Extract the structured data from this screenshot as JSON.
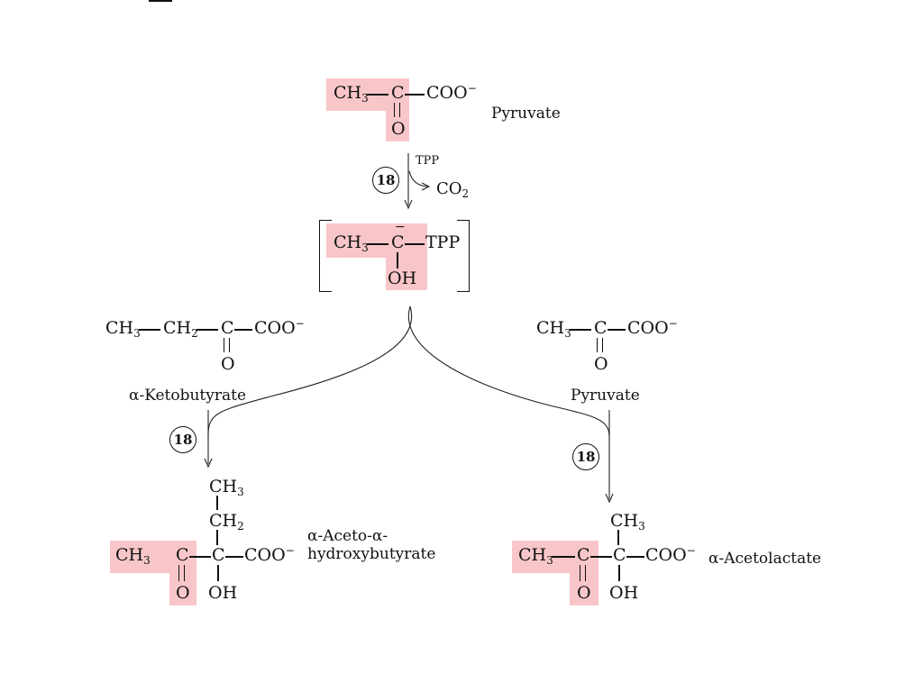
{
  "colors": {
    "highlight": "#f8c6c9",
    "ink": "#111111"
  },
  "pyruvate": {
    "ch3": "CH",
    "ch3_sub": "3",
    "c": "C",
    "coo": "COO",
    "charge": "−",
    "o": "O",
    "label": "Pyruvate"
  },
  "step1": {
    "number": "18",
    "cofactor": "TPP",
    "co2": "CO",
    "co2_sub": "2"
  },
  "intermediate": {
    "ch3": "CH",
    "ch3_sub": "3",
    "c": "C",
    "carbanion": "−",
    "tpp": "TPP",
    "oh": "OH"
  },
  "ketobutyrate": {
    "ch3": "CH",
    "ch3_sub": "3",
    "ch2": "CH",
    "ch2_sub": "2",
    "c": "C",
    "coo": "COO",
    "charge": "−",
    "o": "O",
    "label": "α-Ketobutyrate"
  },
  "pyruvate2": {
    "ch3": "CH",
    "ch3_sub": "3",
    "c": "C",
    "coo": "COO",
    "charge": "−",
    "o": "O",
    "label": "Pyruvate"
  },
  "step_left": {
    "number": "18"
  },
  "step_right": {
    "number": "18"
  },
  "product_left": {
    "top_ch3": "CH",
    "top_ch3_sub": "3",
    "ch2": "CH",
    "ch2_sub": "2",
    "ch3": "CH",
    "ch3_sub": "3",
    "c1": "C",
    "c2": "C",
    "coo": "COO",
    "charge": "−",
    "o": "O",
    "oh": "OH",
    "label_line1": "α-Aceto-α-",
    "label_line2": "hydroxybutyrate"
  },
  "product_right": {
    "top_ch3": "CH",
    "top_ch3_sub": "3",
    "ch3": "CH",
    "ch3_sub": "3",
    "c1": "C",
    "c2": "C",
    "coo": "COO",
    "charge": "−",
    "o": "O",
    "oh": "OH",
    "label": "α-Acetolactate"
  }
}
